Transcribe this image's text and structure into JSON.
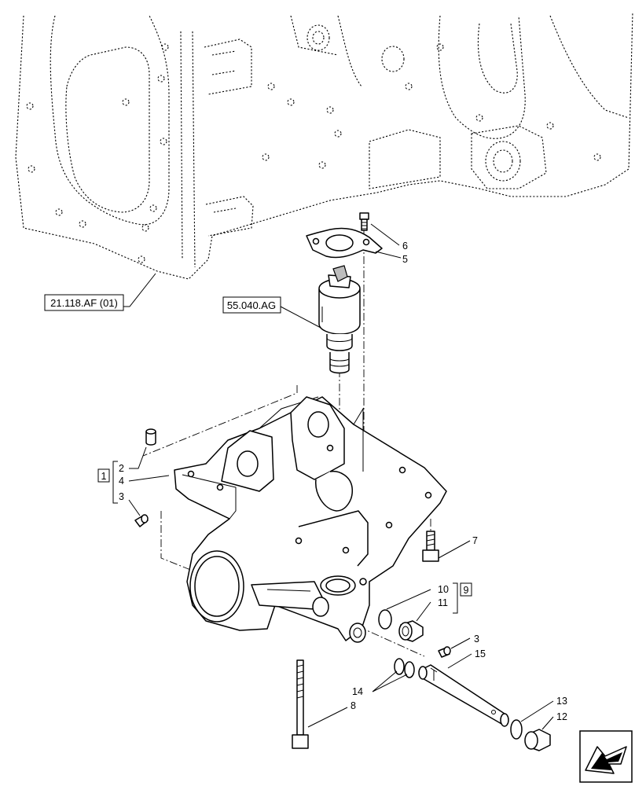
{
  "references": {
    "ref_top": "21.118.AF (01)",
    "ref_mid": "55.040.AG"
  },
  "kits": {
    "kit_a": "1",
    "kit_b": "9"
  },
  "callouts": {
    "c6": "6",
    "c5": "5",
    "c7": "7",
    "c2": "2",
    "c4": "4",
    "c3a": "3",
    "c10": "10",
    "c11": "11",
    "c3b": "3",
    "c15": "15",
    "c14": "14",
    "c8": "8",
    "c13": "13",
    "c12": "12"
  },
  "icons": {
    "nav": "next-page-arrow-icon"
  }
}
